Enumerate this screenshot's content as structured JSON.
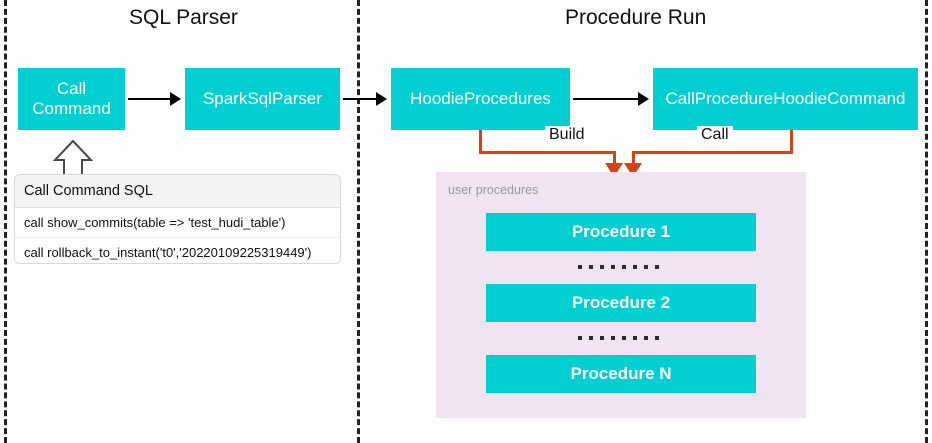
{
  "diagram": {
    "type": "flow-diagram",
    "sections": [
      {
        "id": "sql-parser",
        "title": "SQL Parser"
      },
      {
        "id": "procedure-run",
        "title": "Procedure Run"
      }
    ],
    "nodes": [
      {
        "id": "call-command",
        "label": "Call\nCommand",
        "line1": "Call",
        "line2": "Command",
        "color": "#00CED1"
      },
      {
        "id": "spark-sql-parser",
        "label": "SparkSqlParser",
        "color": "#00CED1"
      },
      {
        "id": "hoodie-procedures",
        "label": "HoodieProcedures",
        "color": "#00CED1"
      },
      {
        "id": "call-procedure-hoodie-command",
        "label": "CallProcedureHoodieCommand",
        "color": "#00CED1"
      }
    ],
    "edge_labels": {
      "build": "Build",
      "call": "Call"
    },
    "sql_list": {
      "header": "Call Command SQL",
      "rows": [
        "call show_commits(table => 'test_hudi_table')",
        "call rollback_to_instant('t0','20220109225319449')"
      ]
    },
    "user_procedures": {
      "label": "user procedures",
      "panel_color": "#F2E3F3",
      "items": [
        {
          "label": "Procedure 1"
        },
        {
          "label": "Procedure 2"
        },
        {
          "label": "Procedure N"
        }
      ],
      "ellipsis_dots": 8
    },
    "colors": {
      "accent_teal": "#00CED1",
      "connector_orange": "#D84315",
      "panel_purple": "#F2E3F3",
      "divider": "#222222"
    }
  }
}
